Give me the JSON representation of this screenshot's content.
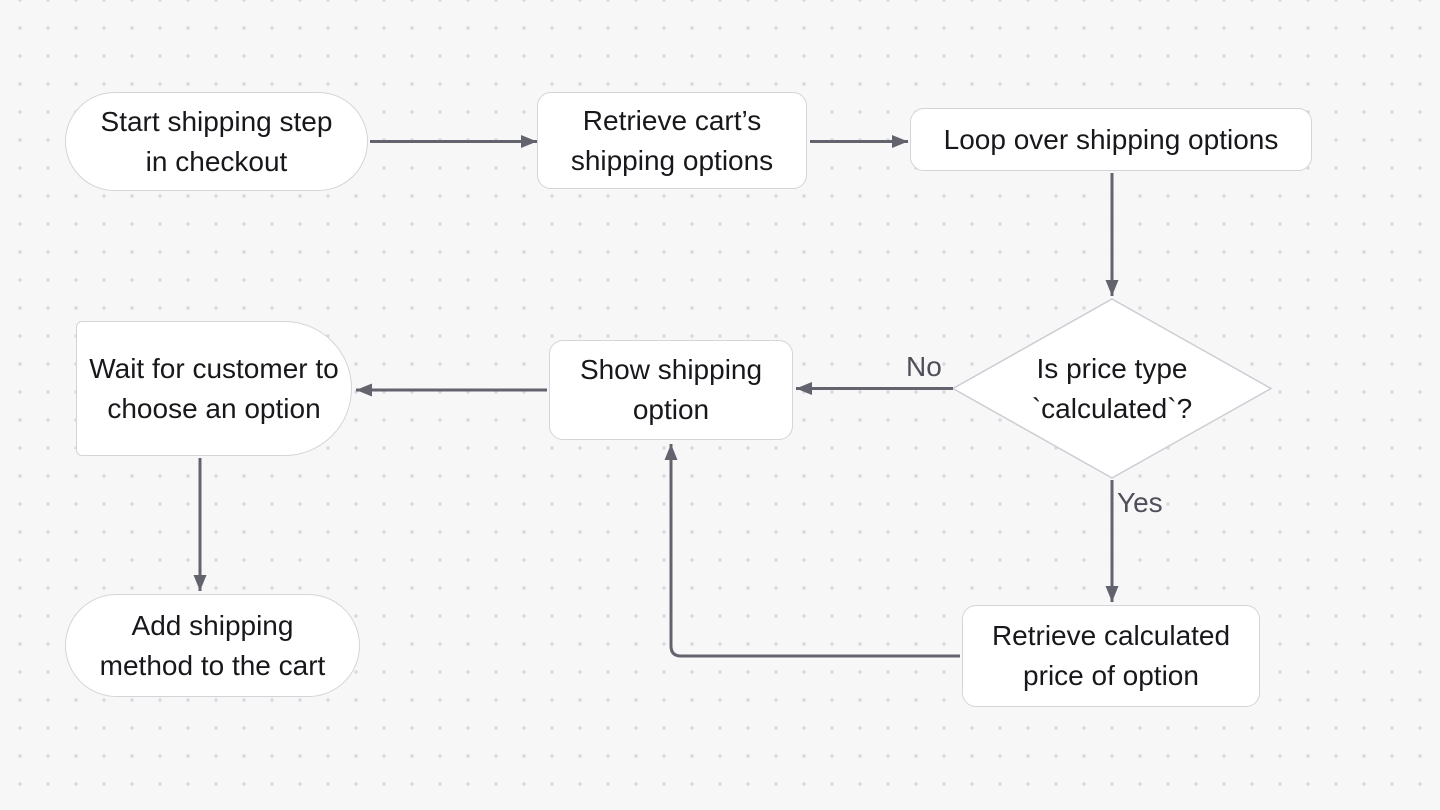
{
  "canvas": {
    "background_color": "#f7f7f8",
    "dot_color": "#d9d9de",
    "node_fill": "#ffffff",
    "node_border_color": "#d4d4da",
    "arrow_color": "#63636e",
    "text_color": "#18181c",
    "edge_label_color": "#4f4f5a"
  },
  "nodes": {
    "start": {
      "shape": "stadium",
      "lines": [
        "Start shipping step",
        "in checkout"
      ]
    },
    "retrieve_options": {
      "shape": "rounded-rect",
      "lines": [
        "Retrieve cart’s",
        "shipping options"
      ]
    },
    "loop": {
      "shape": "rounded-rect",
      "lines": [
        "Loop over shipping options"
      ]
    },
    "decision": {
      "shape": "diamond",
      "lines": [
        "Is price type",
        "`calculated`?"
      ]
    },
    "show_option": {
      "shape": "rounded-rect",
      "lines": [
        "Show shipping",
        "option"
      ]
    },
    "wait": {
      "shape": "delay",
      "lines": [
        "Wait for customer to",
        "choose an option"
      ]
    },
    "add_method": {
      "shape": "stadium",
      "lines": [
        "Add shipping",
        "method to the cart"
      ]
    },
    "retrieve_price": {
      "shape": "rounded-rect",
      "lines": [
        "Retrieve calculated",
        "price of option"
      ]
    }
  },
  "edges": [
    {
      "from": "start",
      "to": "retrieve_options",
      "label": ""
    },
    {
      "from": "retrieve_options",
      "to": "loop",
      "label": ""
    },
    {
      "from": "loop",
      "to": "decision",
      "label": ""
    },
    {
      "from": "decision",
      "to": "show_option",
      "label": "No"
    },
    {
      "from": "decision",
      "to": "retrieve_price",
      "label": "Yes"
    },
    {
      "from": "retrieve_price",
      "to": "show_option",
      "label": ""
    },
    {
      "from": "show_option",
      "to": "wait",
      "label": ""
    },
    {
      "from": "wait",
      "to": "add_method",
      "label": ""
    }
  ]
}
